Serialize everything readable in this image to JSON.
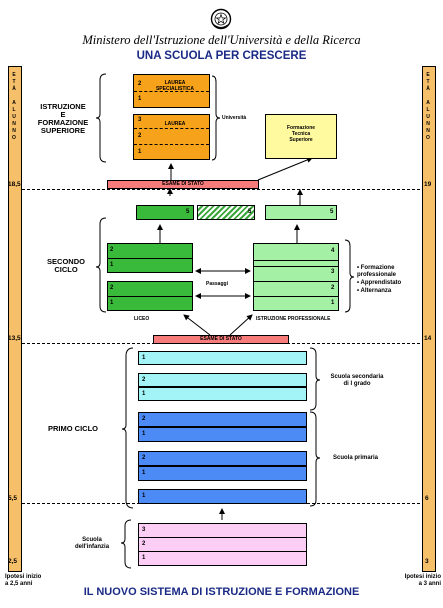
{
  "header": {
    "ministry": "Ministero dell'Istruzione dell'Università e della Ricerca",
    "title": "UNA SCUOLA PER CRESCERE",
    "emblem_icon": "republic-emblem-icon"
  },
  "footer": {
    "title": "IL NUOVO SISTEMA DI ISTRUZIONE E FORMAZIONE",
    "left_note": "Ipotesi inizio\na 2,5 anni",
    "right_note": "Ipotesi inizio\na 3 anni"
  },
  "sidebars": {
    "label": "ETÀ ALUNNO",
    "left_ages": [
      "18,5",
      "13,5",
      "5,5",
      "2,5"
    ],
    "right_ages": [
      "19",
      "14",
      "6",
      "3"
    ]
  },
  "higher": {
    "section": "ISTRUZIONE\nE\nFORMAZIONE\nSUPERIORE",
    "laurea_specialistica": "LAUREA\nSPECIALISTICA",
    "laurea": "LAUREA",
    "universita": "Università",
    "formazione_superiore": "Formazione\nTecnica\nSuperiore",
    "esame_stato_top": "ESAME DI STATO",
    "spec_years": [
      "2",
      "1"
    ],
    "laurea_years": [
      "3",
      "2",
      "1"
    ]
  },
  "secondo": {
    "section": "SECONDO\nCICLO",
    "liceo": "LICEO",
    "istruzione_prof": "ISTRUZIONE PROFESSIONALE",
    "passaggi": "Passaggi",
    "bullets": [
      "• Formazione professionale",
      "• Apprendistato",
      "• Alternanza"
    ],
    "year5": "5",
    "liceo_years": [
      "2",
      "1",
      "2",
      "1"
    ],
    "prof_years": [
      "4",
      "3",
      "2",
      "1"
    ]
  },
  "primo": {
    "section": "PRIMO CICLO",
    "esame_stato": "ESAME DI STATO",
    "secondaria": "Scuola secondaria\ndi I grado",
    "primaria": "Scuola primaria",
    "secondaria_years": [
      "1",
      "2",
      "1"
    ],
    "primaria_years": [
      "2",
      "1",
      "2",
      "1",
      "1"
    ]
  },
  "infanzia": {
    "label": "Scuola\ndell'infanzia",
    "years": [
      "3",
      "2",
      "1"
    ]
  },
  "colors": {
    "orange": "#f7a21b",
    "yellow": "#fffaa0",
    "salmon": "#f77b7b",
    "green": "#3aba3a",
    "light_green": "#a4f0a4",
    "cyan": "#a3f4f7",
    "blue": "#4c8bf5",
    "pink": "#fccdf5",
    "sidebar": "#f6c06a",
    "title_blue": "#1a2a86"
  }
}
